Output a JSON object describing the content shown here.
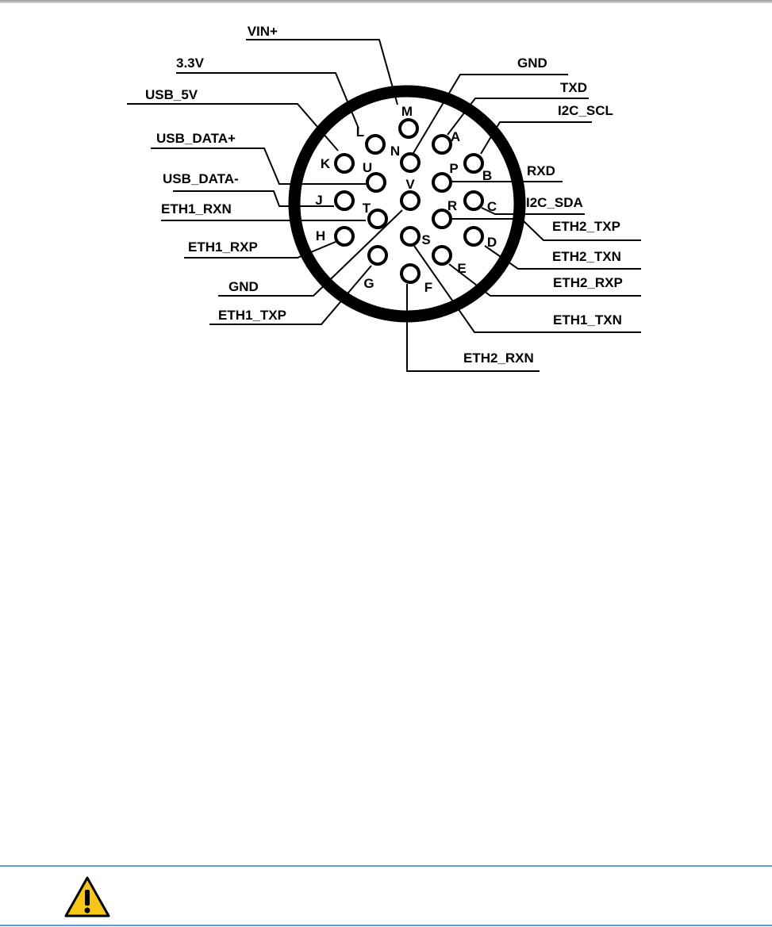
{
  "diagram": {
    "pins": [
      {
        "letter": "M",
        "signal": "VIN+"
      },
      {
        "letter": "L",
        "signal": "3.3V"
      },
      {
        "letter": "K",
        "signal": "USB_5V"
      },
      {
        "letter": "U",
        "signal": "USB_DATA+"
      },
      {
        "letter": "J",
        "signal": "USB_DATA-"
      },
      {
        "letter": "T",
        "signal": "ETH1_RXN"
      },
      {
        "letter": "H",
        "signal": "ETH1_RXP"
      },
      {
        "letter": "V",
        "signal": "GND"
      },
      {
        "letter": "G",
        "signal": "ETH1_TXP"
      },
      {
        "letter": "N",
        "signal": "GND"
      },
      {
        "letter": "A",
        "signal": "TXD"
      },
      {
        "letter": "B",
        "signal": "I2C_SCL"
      },
      {
        "letter": "P",
        "signal": "RXD"
      },
      {
        "letter": "C",
        "signal": "I2C_SDA"
      },
      {
        "letter": "R",
        "signal": "ETH2_TXP"
      },
      {
        "letter": "D",
        "signal": "ETH2_TXN"
      },
      {
        "letter": "E",
        "signal": "ETH2_RXP"
      },
      {
        "letter": "S",
        "signal": "ETH1_TXN"
      },
      {
        "letter": "F",
        "signal": "ETH2_RXN"
      }
    ]
  },
  "colors": {
    "rule": "#5b9bd5",
    "warning_fill": "#f5c518"
  },
  "icons": {
    "warning": "warning-triangle-icon"
  }
}
